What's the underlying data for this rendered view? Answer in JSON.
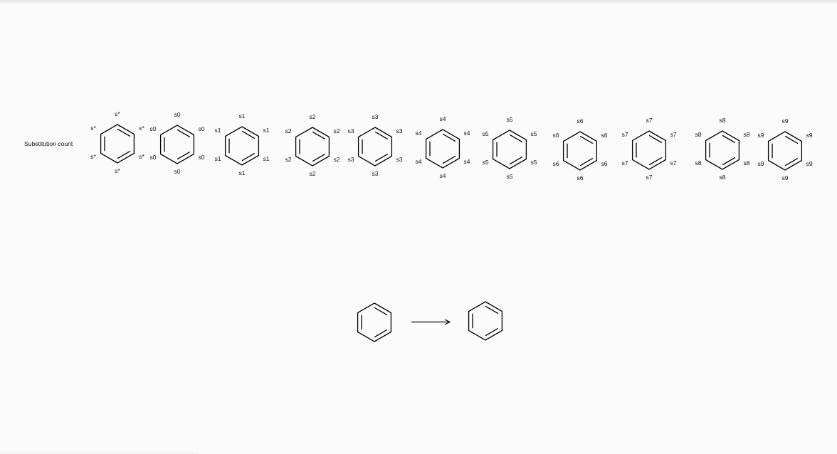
{
  "row_label": "Substitution count",
  "rings": [
    {
      "label": "s*"
    },
    {
      "label": "s0"
    },
    {
      "label": "s1"
    },
    {
      "label": "s2"
    },
    {
      "label": "s3"
    },
    {
      "label": "s4"
    },
    {
      "label": "s5"
    },
    {
      "label": "s6"
    },
    {
      "label": "s7"
    },
    {
      "label": "s8"
    },
    {
      "label": "s9"
    }
  ],
  "reaction": {
    "reactant": "benzene",
    "product": "benzene",
    "arrow": "arrow-right"
  }
}
